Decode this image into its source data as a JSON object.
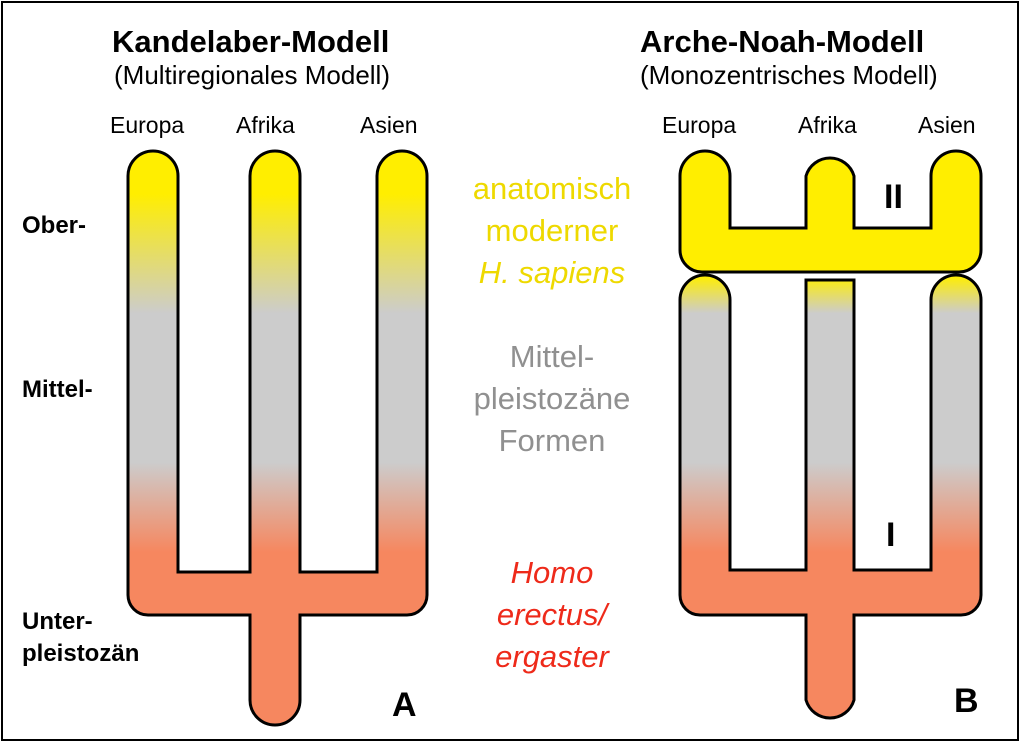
{
  "model_a": {
    "title": "Kandelaber-Modell",
    "subtitle": "(Multiregionales Modell)",
    "regions": [
      "Europa",
      "Afrika",
      "Asien"
    ],
    "panel_letter": "A"
  },
  "model_b": {
    "title": "Arche-Noah-Modell",
    "subtitle": "(Monozentrisches Modell)",
    "regions": [
      "Europa",
      "Afrika",
      "Asien"
    ],
    "panel_letter": "B",
    "phase_1": "I",
    "phase_2": "II"
  },
  "periods": {
    "ober": "Ober-",
    "mittel": "Mittel-",
    "unter_1": "Unter-",
    "unter_2": "pleistozän"
  },
  "legend": {
    "modern": [
      "anatomisch",
      "moderner",
      "H. sapiens"
    ],
    "middle": [
      "Mittel-",
      "pleistozäne",
      "Formen"
    ],
    "erectus": [
      "Homo",
      "erectus/",
      "ergaster"
    ]
  },
  "colors": {
    "modern": "#ffee00",
    "middle": "#cccccc",
    "erectus": "#f6875f",
    "modern_text": "#eed900",
    "middle_text": "#909090",
    "erectus_text": "#ee2a1a"
  }
}
